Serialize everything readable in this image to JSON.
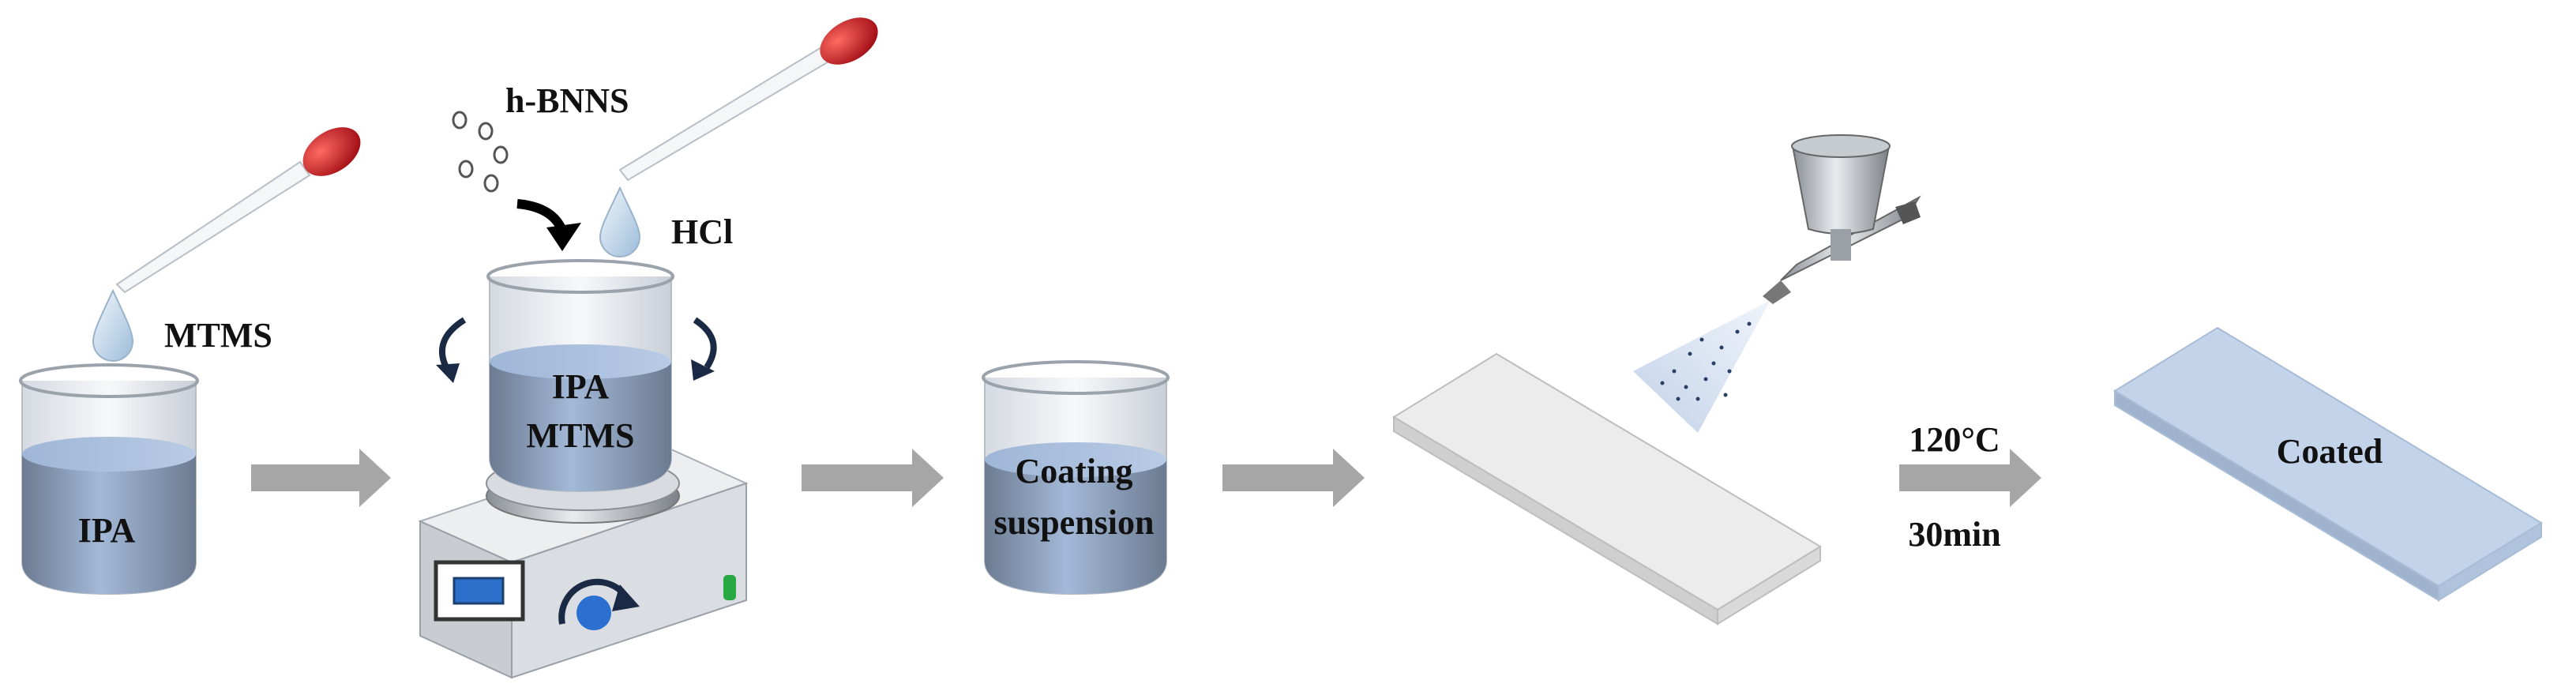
{
  "labels": {
    "mtms": "MTMS",
    "ipa": "IPA",
    "h_bnns": "h-BNNS",
    "hcl": "HCl",
    "ipa_mix": "IPA",
    "mtms_mix": "MTMS",
    "coating": "Coating",
    "suspension": "suspension",
    "temperature": "120°C",
    "time": "30min",
    "coated": "Coated"
  },
  "colors": {
    "liquid": "#8ea9cf",
    "liquid_dark": "#6f7e93",
    "glass": "#e4e8ed",
    "arrow": "#a6a6a6",
    "pipette_bulb": "#c8161d",
    "substrate": "#ececec",
    "coated_substrate": "#c3d3ea",
    "spray": "#cfdcef"
  },
  "icons": [
    "pipette-icon",
    "droplet-icon",
    "beaker-icon",
    "particles-icon",
    "stir-arrow-icon",
    "magnetic-stirrer-icon",
    "spray-gun-icon",
    "arrow-icon"
  ]
}
